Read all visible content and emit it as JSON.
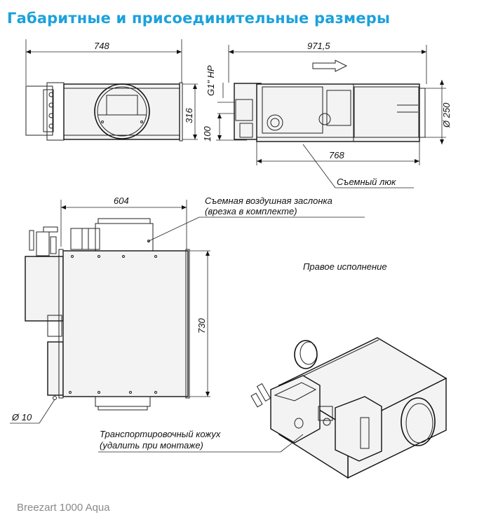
{
  "header": {
    "title": "Габаритные и присоединительные размеры"
  },
  "footer": {
    "model": "Breezart 1000 Aqua"
  },
  "dimensions": {
    "top_width": "748",
    "side_length": "971,5",
    "top_height": "316",
    "connection": "G1\" HP",
    "offset": "100",
    "diameter": "Ø 250",
    "hatch_length": "768",
    "plan_width": "604",
    "plan_depth": "730",
    "hole": "Ø 10"
  },
  "labels": {
    "hatch": "Съемный люк",
    "damper_line1": "Съемная воздушная заслонка",
    "damper_line2": "(врезка в комплекте)",
    "orientation": "Правое исполнение",
    "casing_line1": "Транспортировочный кожух",
    "casing_line2": "(удалить при монтаже)"
  }
}
